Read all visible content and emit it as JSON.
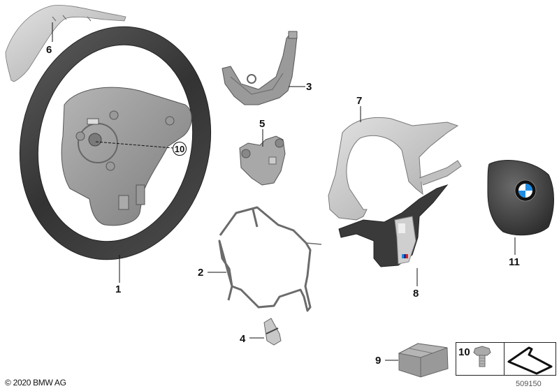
{
  "diagram": {
    "title": "Steering wheel exploded parts diagram",
    "copyright": "© 2020 BMW AG",
    "diagram_number": "509150",
    "colors": {
      "rim_dark": "#3a3a3a",
      "trim_light": "#c8c8c8",
      "metal_mid": "#8a8a8a",
      "bmw_blue": "#1c8ce3",
      "line": "#111111"
    },
    "parts": [
      {
        "number": "1",
        "label": "1",
        "description": "Steering wheel rim with hub"
      },
      {
        "number": "2",
        "label": "2",
        "description": "Wiring harness"
      },
      {
        "number": "3",
        "label": "3",
        "description": "Switch bracket"
      },
      {
        "number": "4",
        "label": "4",
        "description": "Connector sleeve"
      },
      {
        "number": "5",
        "label": "5",
        "description": "Vibration plate"
      },
      {
        "number": "6",
        "label": "6",
        "description": "Trim cover upper"
      },
      {
        "number": "7",
        "label": "7",
        "description": "Trim frame"
      },
      {
        "number": "8",
        "label": "8",
        "description": "M trim cover lower"
      },
      {
        "number": "9",
        "label": "9",
        "description": "Parts box"
      },
      {
        "number": "10",
        "label": "10",
        "description": "Hex bolt"
      },
      {
        "number": "11",
        "label": "11",
        "description": "Airbag module with BMW emblem"
      }
    ],
    "kit": {
      "bolt_number": "10",
      "icon": "torque-direction-icon"
    }
  }
}
